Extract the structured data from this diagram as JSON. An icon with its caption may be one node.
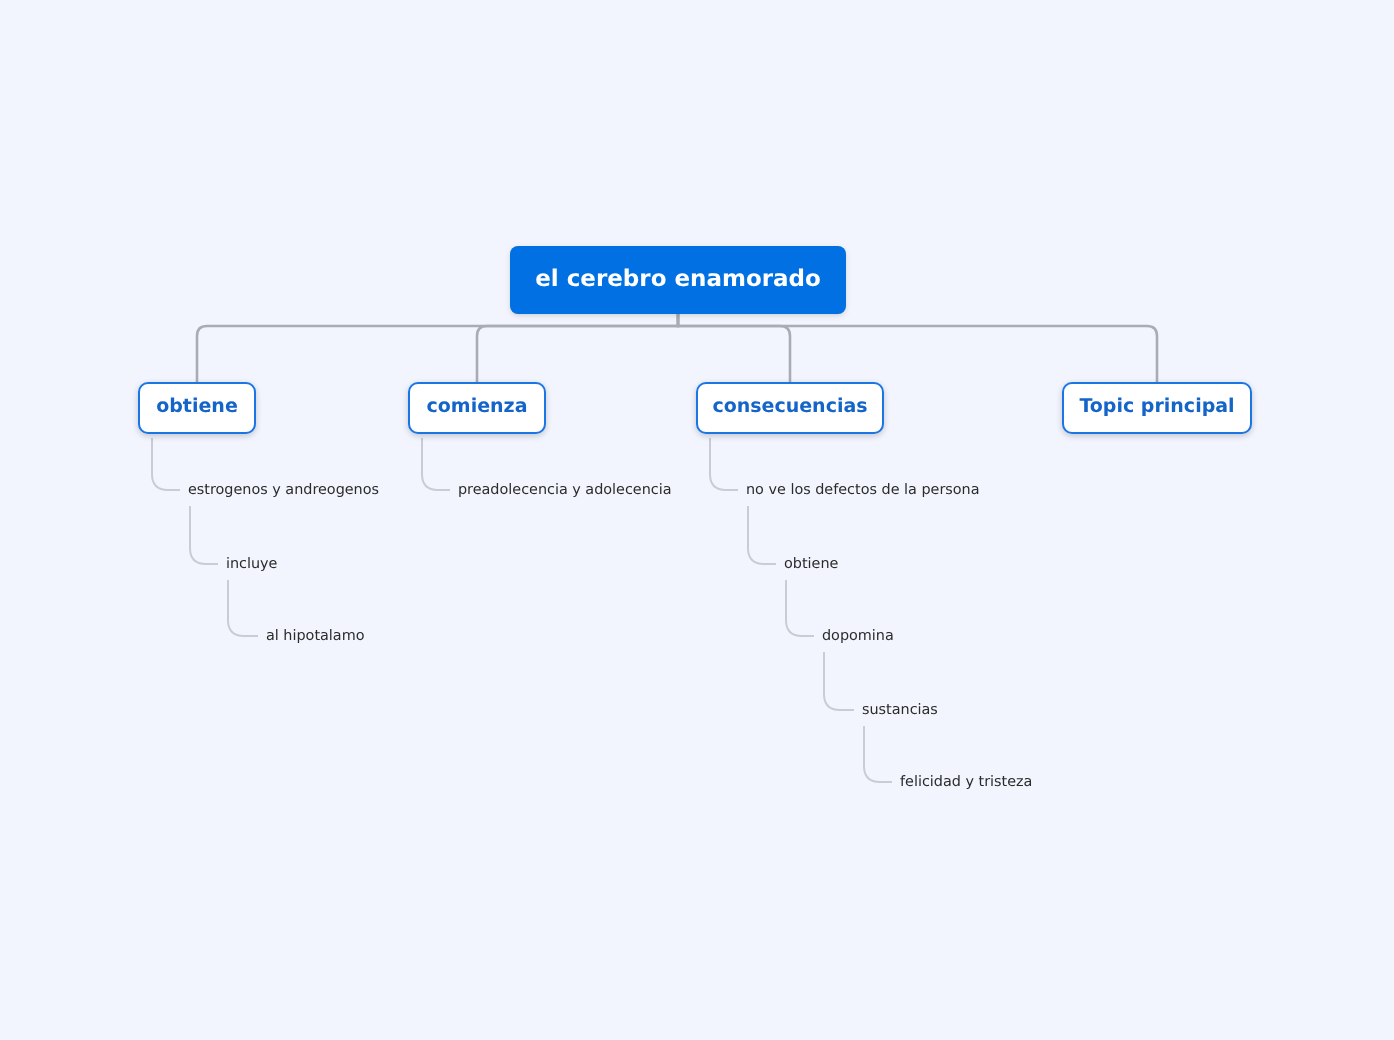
{
  "diagram": {
    "nodes": [
      {
        "text": [
          "el cerebro enamorado"
        ]
      },
      {
        "text": [
          "obtiene"
        ]
      },
      {
        "text": [
          "comienza"
        ]
      },
      {
        "text": [
          "consecuencias"
        ]
      },
      {
        "text": [
          "Topic principal"
        ]
      },
      {
        "text": [
          "estrogenos y andreogenos"
        ]
      },
      {
        "text": [
          "incluye"
        ]
      },
      {
        "text": [
          "al hipotalamo"
        ]
      },
      {
        "text": [
          "preadolecencia y adolecencia"
        ]
      },
      {
        "text": [
          "no ve los defectos de la persona"
        ]
      },
      {
        "text": [
          "obtiene"
        ]
      },
      {
        "text": [
          "dopomina"
        ]
      },
      {
        "text": [
          "sustancias"
        ]
      },
      {
        "text": [
          "felicidad y tristeza"
        ]
      }
    ],
    "edges": [
      {
        "from": 0,
        "to": 1,
        "arrow": "none"
      },
      {
        "from": 0,
        "to": 2,
        "arrow": "none"
      },
      {
        "from": 0,
        "to": 3,
        "arrow": "none"
      },
      {
        "from": 0,
        "to": 4,
        "arrow": "none"
      },
      {
        "from": 1,
        "to": 5,
        "arrow": "none"
      },
      {
        "from": 5,
        "to": 6,
        "arrow": "none"
      },
      {
        "from": 6,
        "to": 7,
        "arrow": "none"
      },
      {
        "from": 2,
        "to": 8,
        "arrow": "none"
      },
      {
        "from": 3,
        "to": 9,
        "arrow": "none"
      },
      {
        "from": 9,
        "to": 10,
        "arrow": "none"
      },
      {
        "from": 10,
        "to": 11,
        "arrow": "none"
      },
      {
        "from": 11,
        "to": 12,
        "arrow": "none"
      },
      {
        "from": 12,
        "to": 13,
        "arrow": "none"
      }
    ]
  }
}
